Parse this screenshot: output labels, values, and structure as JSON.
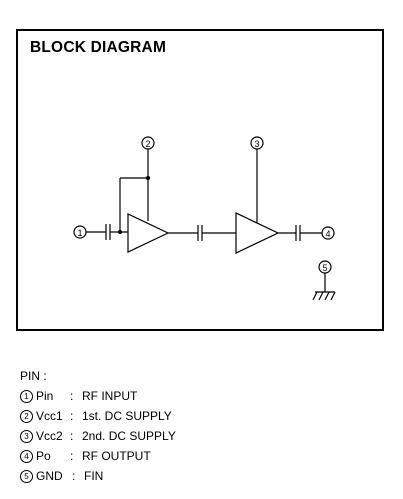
{
  "diagram": {
    "title": "BLOCK DIAGRAM",
    "nodes": [
      "1",
      "2",
      "3",
      "4",
      "5"
    ]
  },
  "pins": {
    "heading": "PIN :",
    "items": [
      {
        "num": "1",
        "name": "Pin",
        "desc": "RF INPUT"
      },
      {
        "num": "2",
        "name": "Vcc1",
        "desc": "1st. DC SUPPLY"
      },
      {
        "num": "3",
        "name": "Vcc2",
        "desc": "2nd. DC SUPPLY"
      },
      {
        "num": "4",
        "name": "Po",
        "desc": "RF OUTPUT"
      },
      {
        "num": "5",
        "name": "GND",
        "desc": "FIN"
      }
    ]
  }
}
